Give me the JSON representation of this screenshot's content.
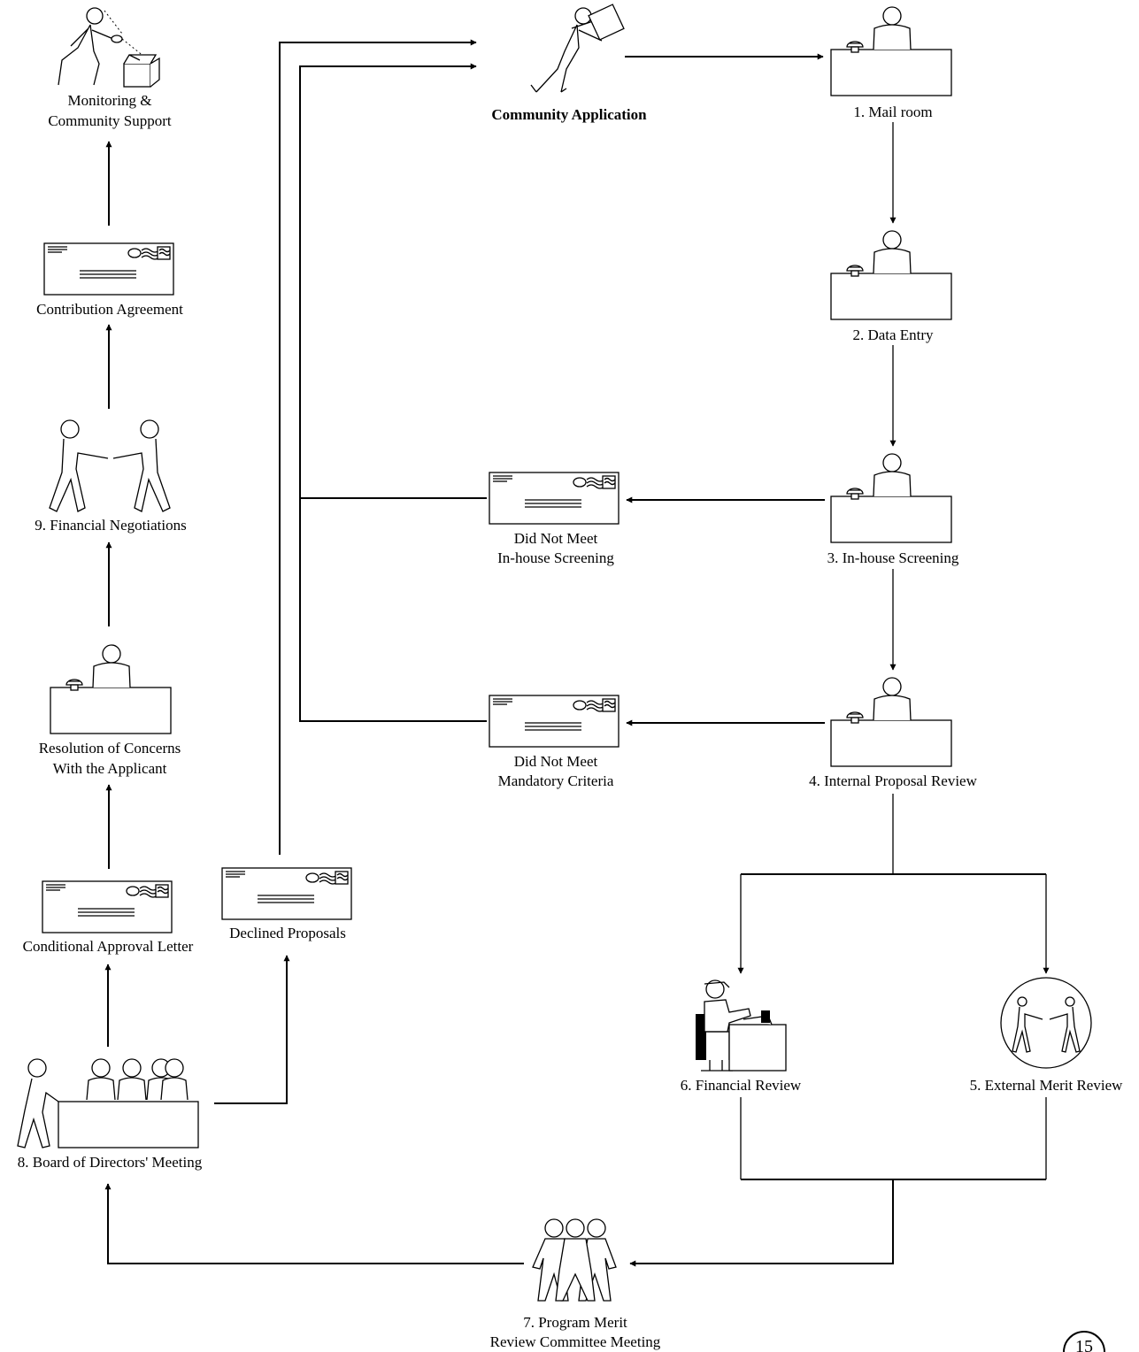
{
  "nodes": {
    "community_application": "Community Application",
    "mail_room": "1. Mail room",
    "data_entry": "2. Data Entry",
    "inhouse_screening": "3. In-house Screening",
    "internal_review": "4. Internal Proposal Review",
    "external_merit": "5. External Merit Review",
    "financial_review": "6. Financial Review",
    "program_merit": [
      "7. Program Merit",
      "Review Committee Meeting"
    ],
    "board_meeting": "8. Board of Directors' Meeting",
    "financial_negotiations": "9. Financial Negotiations",
    "did_not_meet_screening": [
      "Did Not Meet",
      "In-house Screening"
    ],
    "did_not_meet_criteria": [
      "Did Not Meet",
      "Mandatory Criteria"
    ],
    "declined_proposals": "Declined Proposals",
    "conditional_approval": "Conditional Approval Letter",
    "resolution": [
      "Resolution of Concerns",
      "With the Applicant"
    ],
    "contribution_agreement": "Contribution Agreement",
    "monitoring": [
      "Monitoring &",
      "Community Support"
    ]
  },
  "icons": {
    "desk": "desk-clerk-icon",
    "letter": "envelope-letter-icon",
    "walker": "person-carrying-package-icon",
    "handshake": "handshake-icon",
    "group": "committee-group-icon",
    "board": "board-meeting-icon",
    "computer": "computer-worker-icon",
    "monitor": "magnifier-inspection-icon"
  },
  "page_number": "15"
}
